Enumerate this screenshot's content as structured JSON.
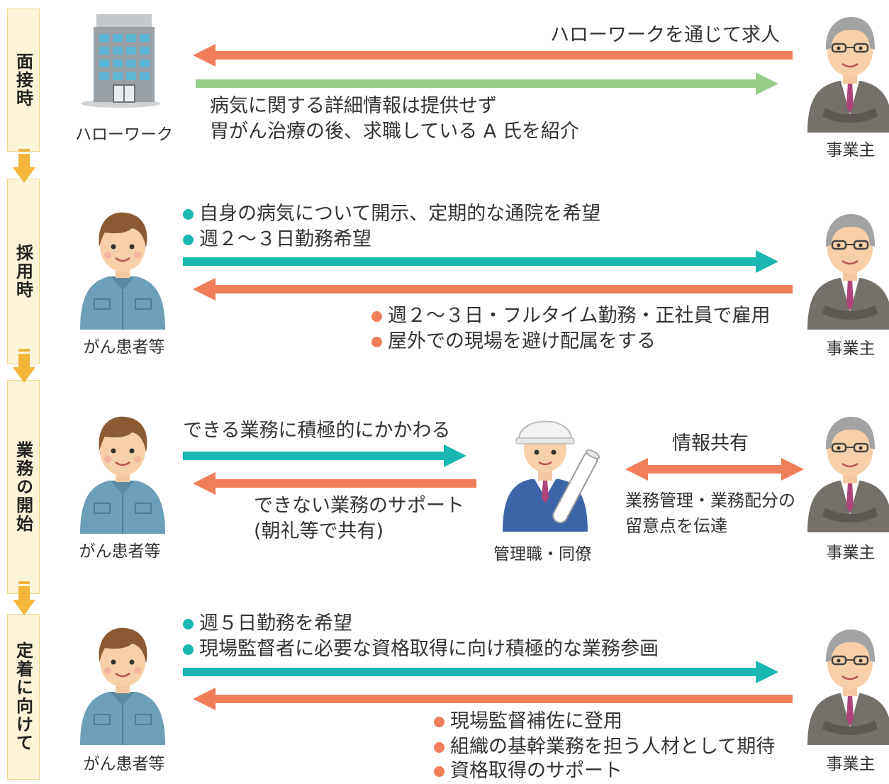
{
  "stages": [
    "面接時",
    "採用時",
    "業務の開始",
    "定着に向けて"
  ],
  "roles": {
    "hello_work": "ハローワーク",
    "employer": "事業主",
    "patient": "がん患者等",
    "manager": "管理職・同僚"
  },
  "stage1": {
    "job_offer": "ハローワークを通じて求人",
    "intro_line1": "病気に関する詳細情報は提供せず",
    "intro_line2": "胃がん治療の後、求職している A 氏を紹介"
  },
  "stage2": {
    "requests": [
      "自身の病気について開示、定期的な通院を希望",
      "週２～３日勤務希望"
    ],
    "responses": [
      "週２～３日・フルタイム勤務・正社員で雇用",
      "屋外での現場を避け配属をする"
    ]
  },
  "stage3": {
    "engage": "できる業務に積極的にかかわる",
    "support_line1": "できない業務のサポート",
    "support_line2": "(朝礼等で共有)",
    "info_share": "情報共有",
    "note_line1": "業務管理・業務配分の",
    "note_line2": "留意点を伝達"
  },
  "stage4": {
    "requests": [
      "週５日勤務を希望",
      "現場監督者に必要な資格取得に向け積極的な業務参画"
    ],
    "responses": [
      "現場監督補佐に登用",
      "組織の基幹業務を担う人材として期待",
      "資格取得のサポート"
    ]
  },
  "colors": {
    "to_employer": "#97cc8a",
    "teal": "#1ab8b0",
    "orange": "#f07e58",
    "stage_bg": "#fdf3d9",
    "stage_arrow": "#f3b63a"
  }
}
